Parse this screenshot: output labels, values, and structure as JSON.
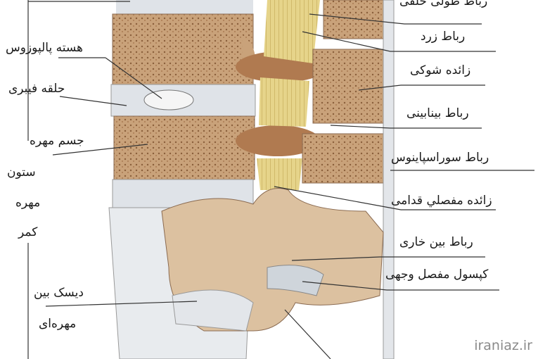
{
  "labels_right": {
    "posterior_longitudinal_ligament": "رباط طولی خلفی",
    "ligamentum_flavum": "رباط زرد",
    "spinous_process": "زائده شوکی",
    "interspinous_ligament": "رباط بینابینی",
    "supraspinous_ligament": "رباط سوراسپاینوس",
    "superior_articular_process": "زائده مفصلي قدامی",
    "interspinous_ligament_2": "رباط بین خاری",
    "facet_joint_capsule": "کپسول مفصل وجهی"
  },
  "labels_left": {
    "nucleus_pulposus": "هسته پالپوزوس",
    "annulus_fibrosus": "حلقه فیبری",
    "vertebral_body": "جسم مهره",
    "lumbar_spine_line1": "ستون",
    "lumbar_spine_line2": "مهره",
    "lumbar_spine_line3": "کمر",
    "intervertebral_disc_line1": "دیسک بین",
    "intervertebral_disc_line2": "مهره‌ای"
  },
  "watermark": "iraniaz.ir",
  "colors": {
    "bone": "#c9a27a",
    "disc": "#dfe3e8",
    "ligament_yellow": "#e6d48a",
    "line": "#333333"
  }
}
